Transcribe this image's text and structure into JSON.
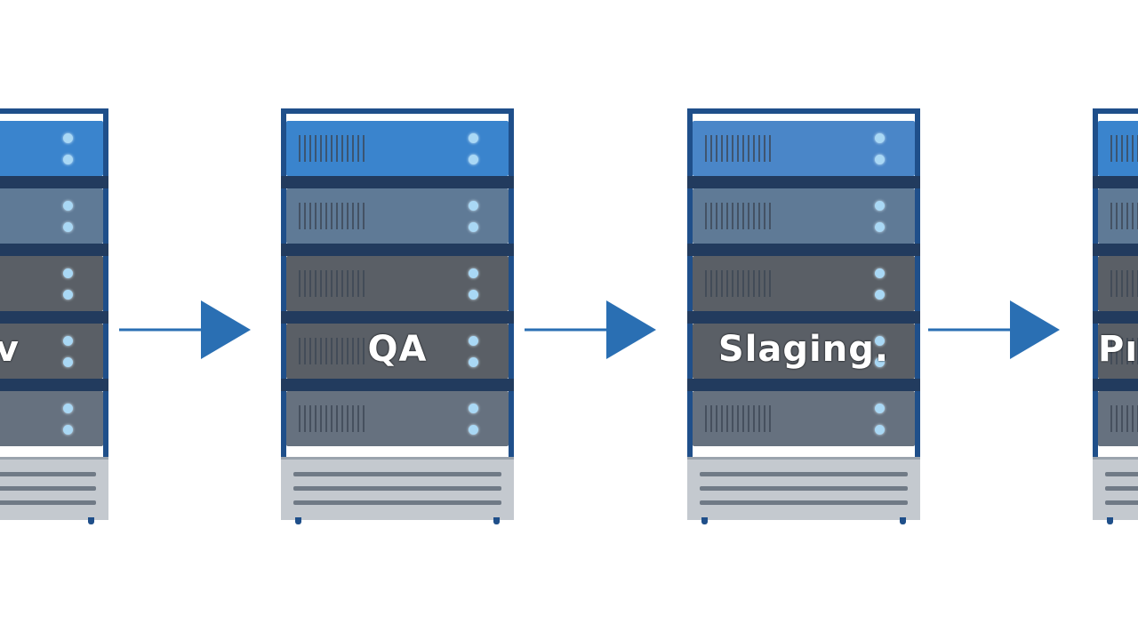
{
  "stages": [
    {
      "id": "dev",
      "label": "v"
    },
    {
      "id": "qa",
      "label": "QA"
    },
    {
      "id": "staging",
      "label": "Slaging."
    },
    {
      "id": "prod",
      "label": "Pı"
    }
  ],
  "colors": {
    "rack_frame": "#1f4f8a",
    "unit_top": "#3a84cd",
    "unit_mid": "#5f7a96",
    "unit_dark": "#5a5f66",
    "unit_gray": "#66717f",
    "base": "#c4c9cf",
    "arrow": "#2a6fb3",
    "led": "#a9d8f5"
  },
  "icons": {
    "rack": "server-rack-icon",
    "connector": "arrow-right-icon"
  }
}
